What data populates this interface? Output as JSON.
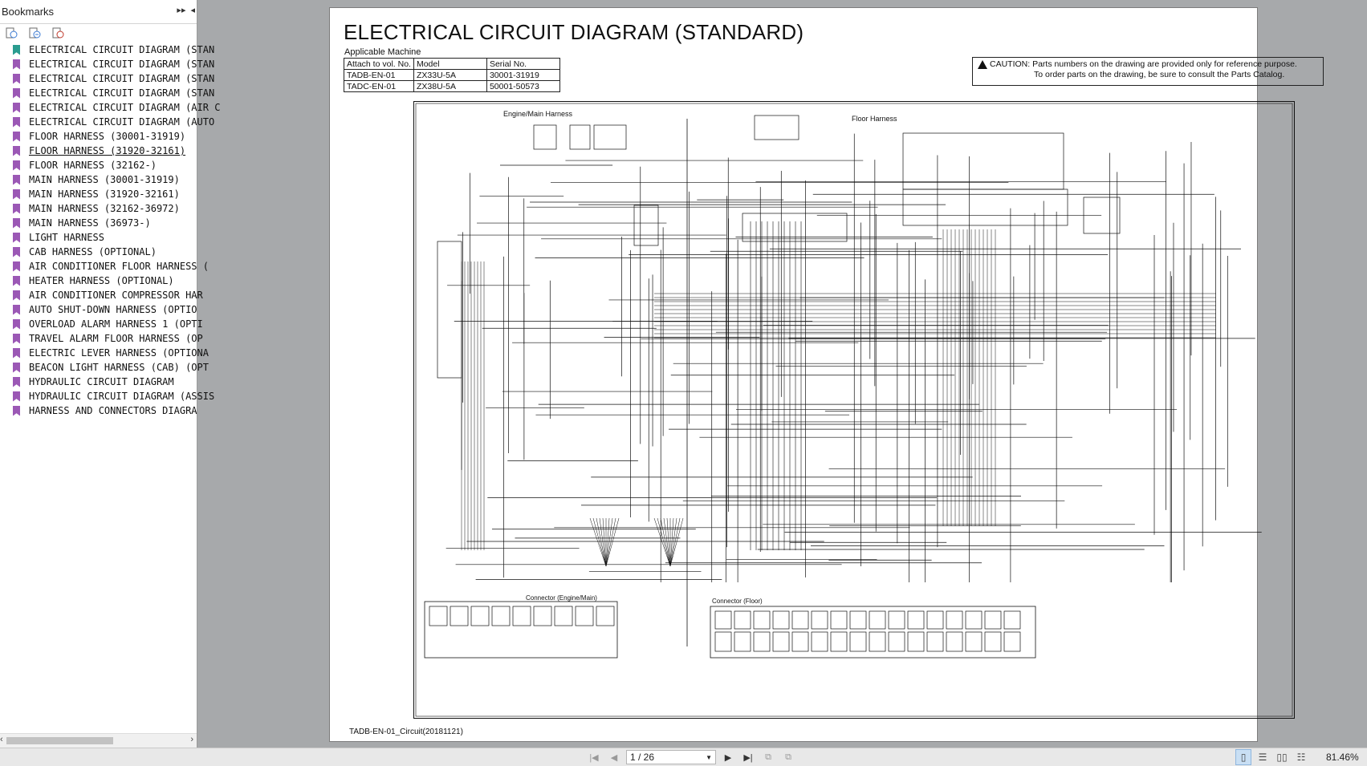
{
  "sidebar": {
    "title": "Bookmarks",
    "items": [
      "ELECTRICAL CIRCUIT DIAGRAM (STAN",
      "ELECTRICAL CIRCUIT DIAGRAM (STAN",
      "ELECTRICAL CIRCUIT DIAGRAM (STAN",
      "ELECTRICAL CIRCUIT DIAGRAM (STAN",
      "ELECTRICAL CIRCUIT DIAGRAM (AIR C",
      "ELECTRICAL CIRCUIT DIAGRAM (AUTO",
      "FLOOR HARNESS (30001-31919)",
      "FLOOR HARNESS (31920-32161)",
      "FLOOR HARNESS (32162-)",
      "MAIN HARNESS (30001-31919)",
      "MAIN HARNESS (31920-32161)",
      "MAIN HARNESS (32162-36972)",
      "MAIN HARNESS (36973-)",
      "LIGHT HARNESS",
      "CAB HARNESS (OPTIONAL)",
      "AIR CONDITIONER FLOOR HARNESS (",
      "HEATER HARNESS (OPTIONAL)",
      "AIR CONDITIONER COMPRESSOR HAR",
      "AUTO SHUT-DOWN HARNESS (OPTIO",
      "OVERLOAD ALARM HARNESS 1 (OPTI",
      "TRAVEL ALARM FLOOR HARNESS (OP",
      "ELECTRIC LEVER HARNESS (OPTIONA",
      "BEACON LIGHT HARNESS (CAB) (OPT",
      "HYDRAULIC CIRCUIT DIAGRAM",
      "HYDRAULIC CIRCUIT DIAGRAM (ASSIS",
      "HARNESS AND CONNECTORS DIAGRA"
    ]
  },
  "document": {
    "title": "ELECTRICAL CIRCUIT DIAGRAM (STANDARD)",
    "applicable_label": "Applicable Machine",
    "table": {
      "headers": [
        "Attach to vol. No.",
        "Model",
        "Serial No."
      ],
      "rows": [
        [
          "TADB-EN-01",
          "ZX33U-5A",
          "30001-31919"
        ],
        [
          "TADC-EN-01",
          "ZX38U-5A",
          "50001-50573"
        ]
      ]
    },
    "caution_line1": "CAUTION: Parts numbers on the drawing are provided only for reference purpose.",
    "caution_line2": "To order parts on the drawing, be sure to consult the Parts Catalog.",
    "footer": "TADB-EN-01_Circuit(20181121)",
    "diagram": {
      "engine_label": "Engine/Main Harness",
      "floor_label": "Floor Harness",
      "connector_engine_label": "Connector (Engine/Main)",
      "connector_floor_label": "Connector (Floor)"
    }
  },
  "statusbar": {
    "page_value": "1 / 26",
    "zoom": "81.46%"
  }
}
